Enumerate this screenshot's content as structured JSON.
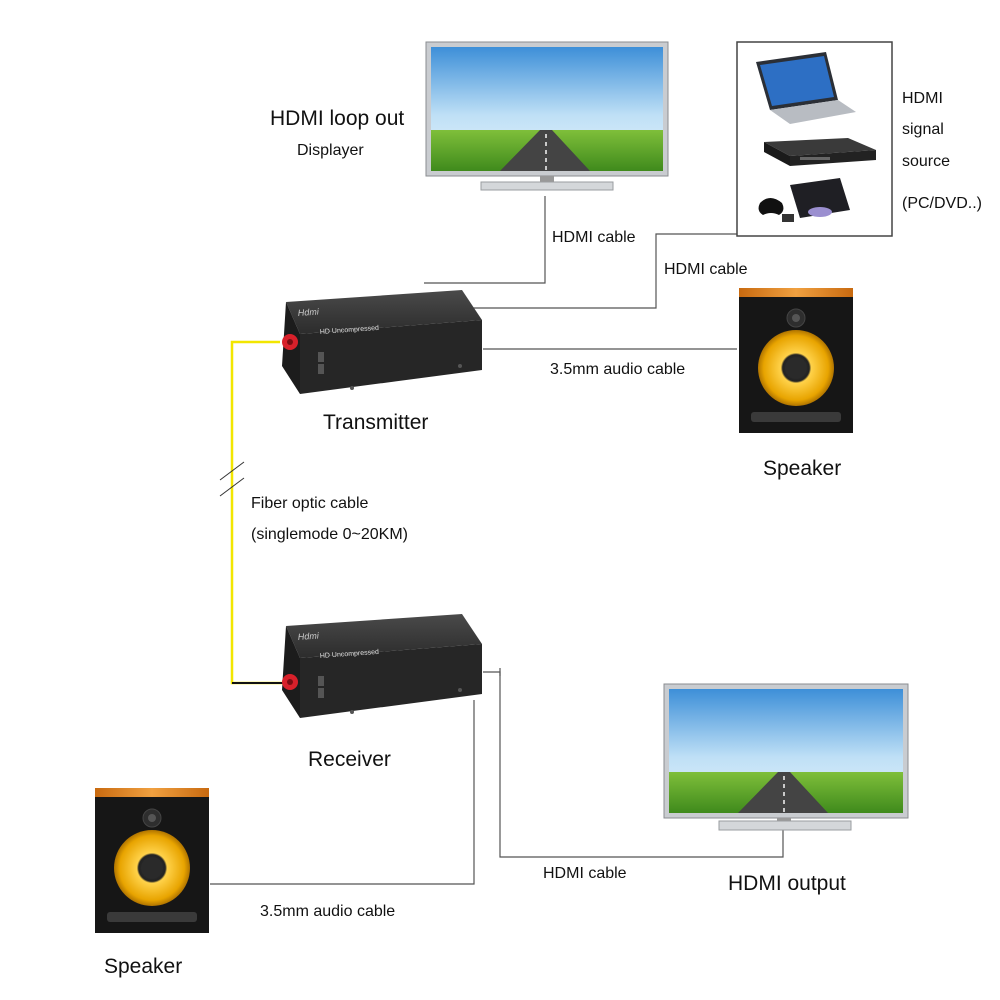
{
  "labels": {
    "loop_out_title": "HDMI loop out",
    "loop_out_sub": "Displayer",
    "source_line1": "HDMI",
    "source_line2": "signal",
    "source_line3": "source",
    "source_line4": "(PC/DVD..)",
    "hdmi_cable_top": "HDMI cable",
    "hdmi_cable_src": "HDMI cable",
    "audio_cable_top": "3.5mm audio cable",
    "transmitter": "Transmitter",
    "speaker_top": "Speaker",
    "fiber_line1": "Fiber optic cable",
    "fiber_line2": "(singlemode 0~20KM)",
    "receiver": "Receiver",
    "hdmi_cable_bottom": "HDMI cable",
    "hdmi_output": "HDMI output",
    "audio_cable_bottom": "3.5mm audio cable",
    "speaker_bottom": "Speaker"
  },
  "device_text": {
    "brand": "Hdmi",
    "line": "HD Uncompressed"
  },
  "colors": {
    "fiber": "#f2e600",
    "device_body": "#2a2a2a",
    "connector": "#d8202a",
    "speaker_cone": "#f0b400",
    "speaker_top": "#e08a20"
  }
}
